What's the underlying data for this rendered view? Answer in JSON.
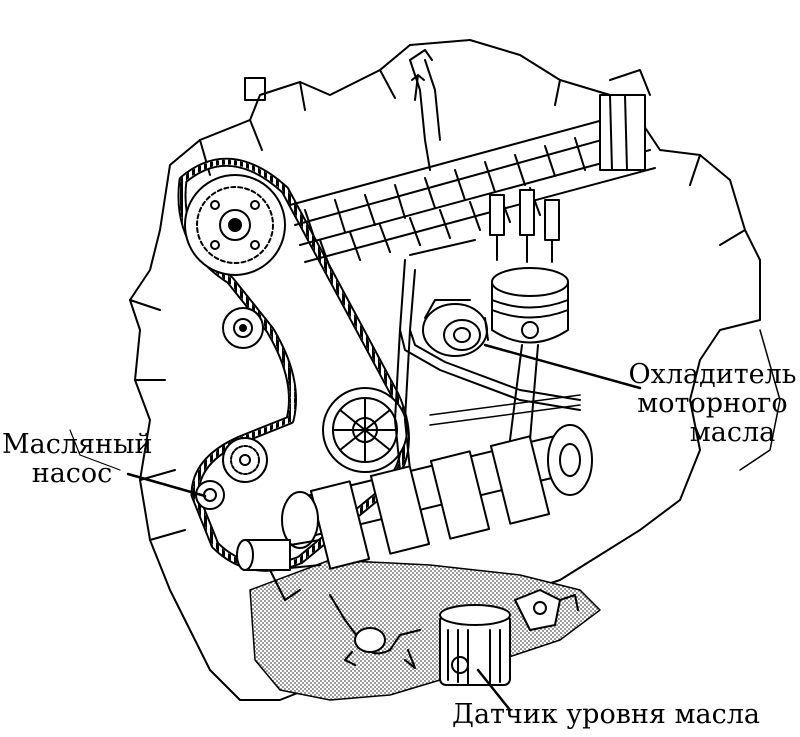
{
  "labels": {
    "oil_cooler": [
      "Охладитель",
      "моторного",
      "масла"
    ],
    "oil_pump": [
      "Масляный",
      "насос"
    ],
    "oil_level_sensor": "Датчик уровня масла"
  },
  "colors": {
    "ink": "#000000",
    "paper": "#ffffff",
    "pan_shade": "#9a9a9a"
  }
}
